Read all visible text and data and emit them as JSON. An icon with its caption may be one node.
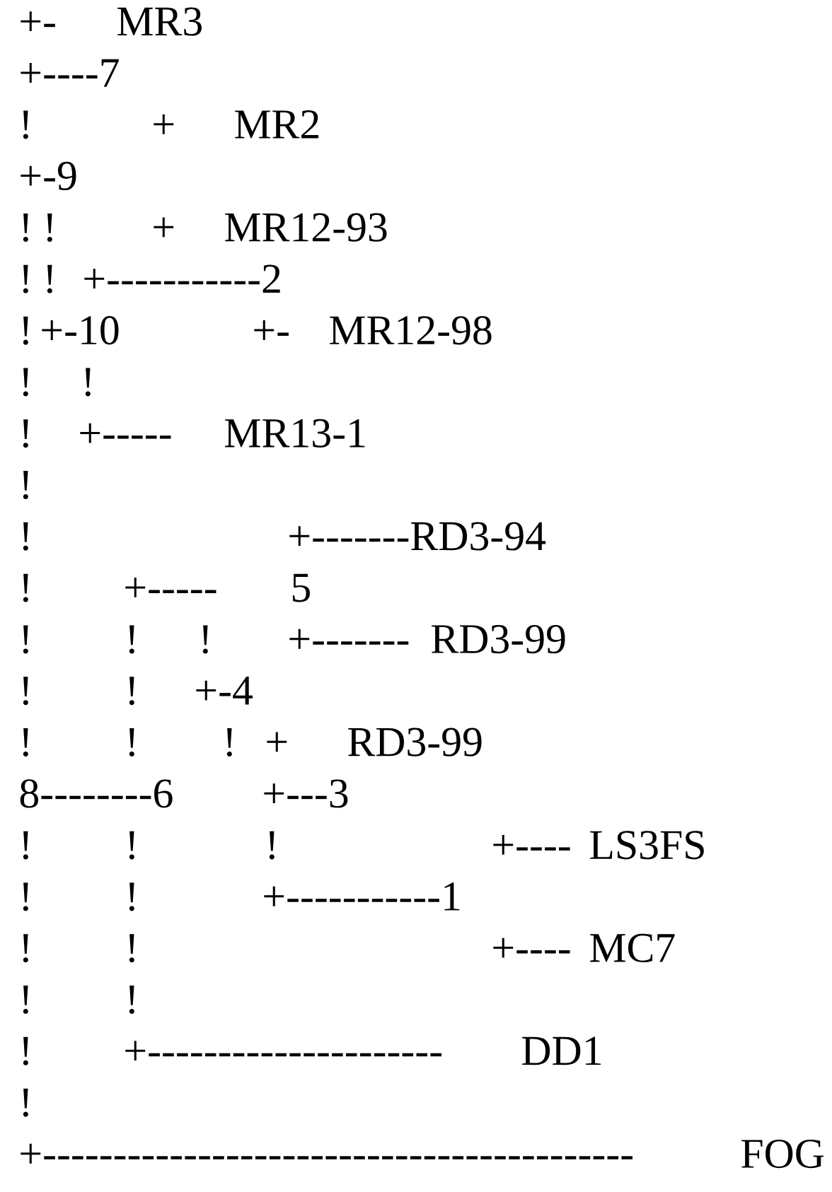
{
  "diagram": {
    "labels": [
      "+-",
      "MR3",
      "+----7",
      "!",
      "+",
      "MR2",
      "+-9",
      "!",
      "!",
      "+",
      "MR12-93",
      "!",
      "!",
      "+-----------2",
      "!",
      "+-10",
      "+-",
      "MR12-98",
      "!",
      "!",
      "!",
      "+-----",
      "MR13-1",
      "!",
      "!",
      "+-------RD3-94",
      "!",
      "+-----",
      "5",
      "!",
      "!",
      "!",
      "+-------",
      "RD3-99",
      "!",
      "!",
      "+-4",
      "!",
      "!",
      "!",
      "+",
      "RD3-99",
      "8--------6",
      "+---3",
      "!",
      "!",
      "!",
      "+----",
      "LS3FS",
      "!",
      "!",
      "+-----------1",
      "!",
      "!",
      "+----",
      "MC7",
      "!",
      "!",
      "!",
      "+---------------------",
      "DD1",
      "!",
      "+------------------------------------------",
      "FOG"
    ]
  }
}
